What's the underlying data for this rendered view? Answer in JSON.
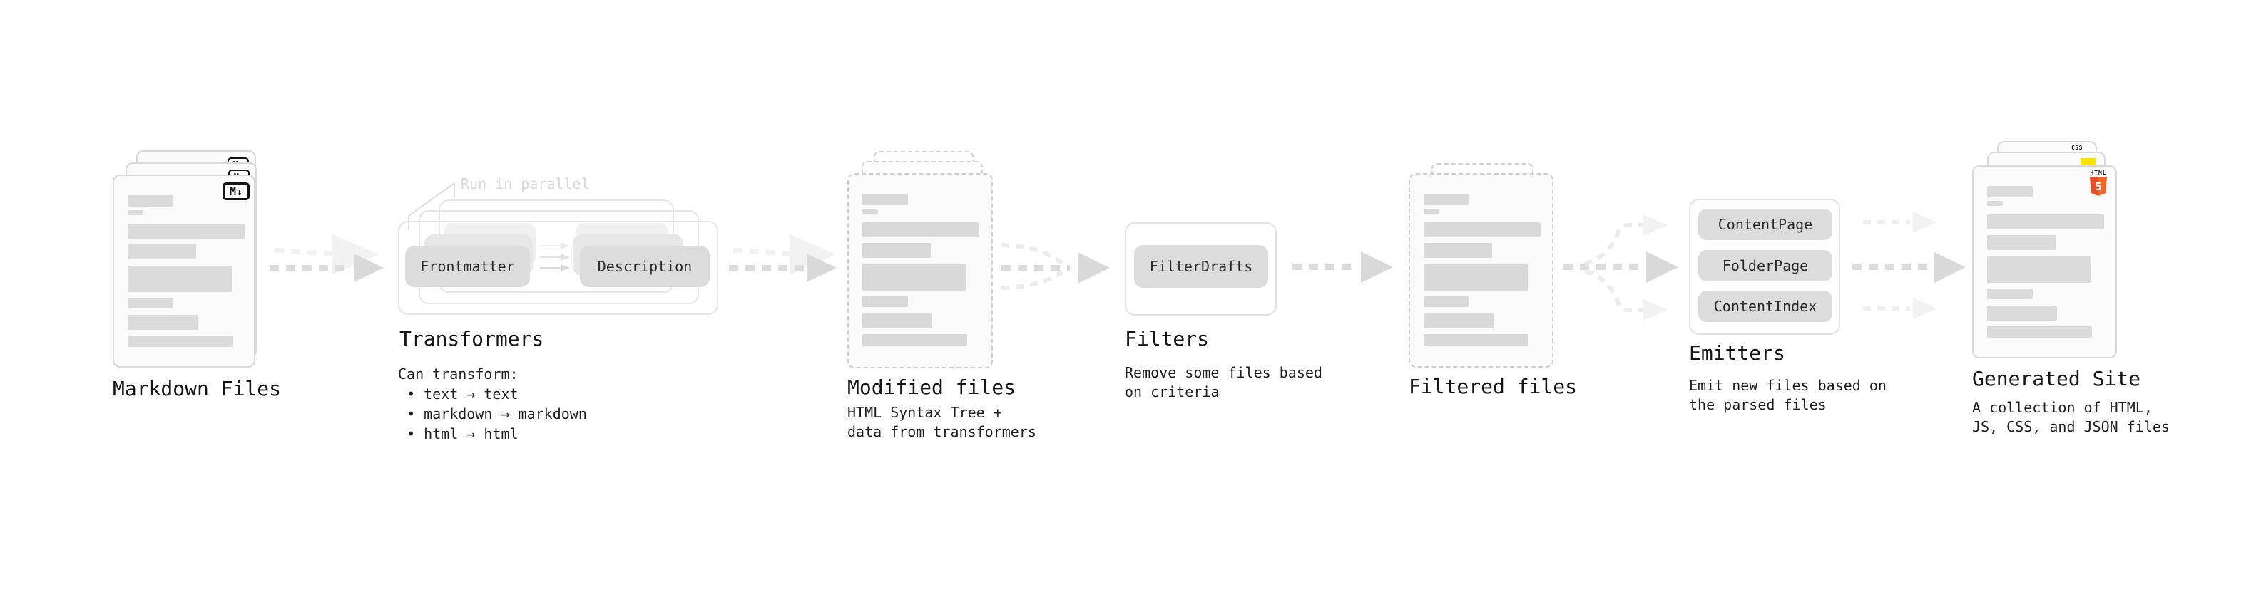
{
  "pipeline": {
    "markdown_files": {
      "title": "Markdown Files",
      "badge": "M↓"
    },
    "transformers": {
      "title": "Transformers",
      "parallel_note": "Run in parallel",
      "input_pill": "Frontmatter",
      "output_pill": "Description",
      "desc_heading": "Can transform:",
      "bullets": [
        "• text → text",
        "• markdown → markdown",
        "• html → html"
      ]
    },
    "modified_files": {
      "title": "Modified files",
      "subtitle_line1": "HTML Syntax Tree +",
      "subtitle_line2": "data from transformers"
    },
    "filters": {
      "title": "Filters",
      "pill": "FilterDrafts",
      "subtitle_line1": "Remove some files based",
      "subtitle_line2": "on criteria"
    },
    "filtered_files": {
      "title": "Filtered files"
    },
    "emitters": {
      "title": "Emitters",
      "pills": [
        "ContentPage",
        "FolderPage",
        "ContentIndex"
      ],
      "subtitle_line1": "Emit new files based on",
      "subtitle_line2": "the parsed files"
    },
    "generated_site": {
      "title": "Generated Site",
      "subtitle_line1": "A collection of HTML,",
      "subtitle_line2": "JS, CSS, and JSON files",
      "badges": {
        "css_label": "CSS",
        "html_label": "HTML",
        "html_number": "5"
      }
    },
    "colors": {
      "html5_orange": "#e44d26",
      "html5_orange_light": "#f16529",
      "js_yellow": "#ffe000",
      "css_blue": "#2f6df6",
      "skeleton_gray": "#dbdbdb",
      "arrow_gray": "#d9d9d9"
    }
  }
}
